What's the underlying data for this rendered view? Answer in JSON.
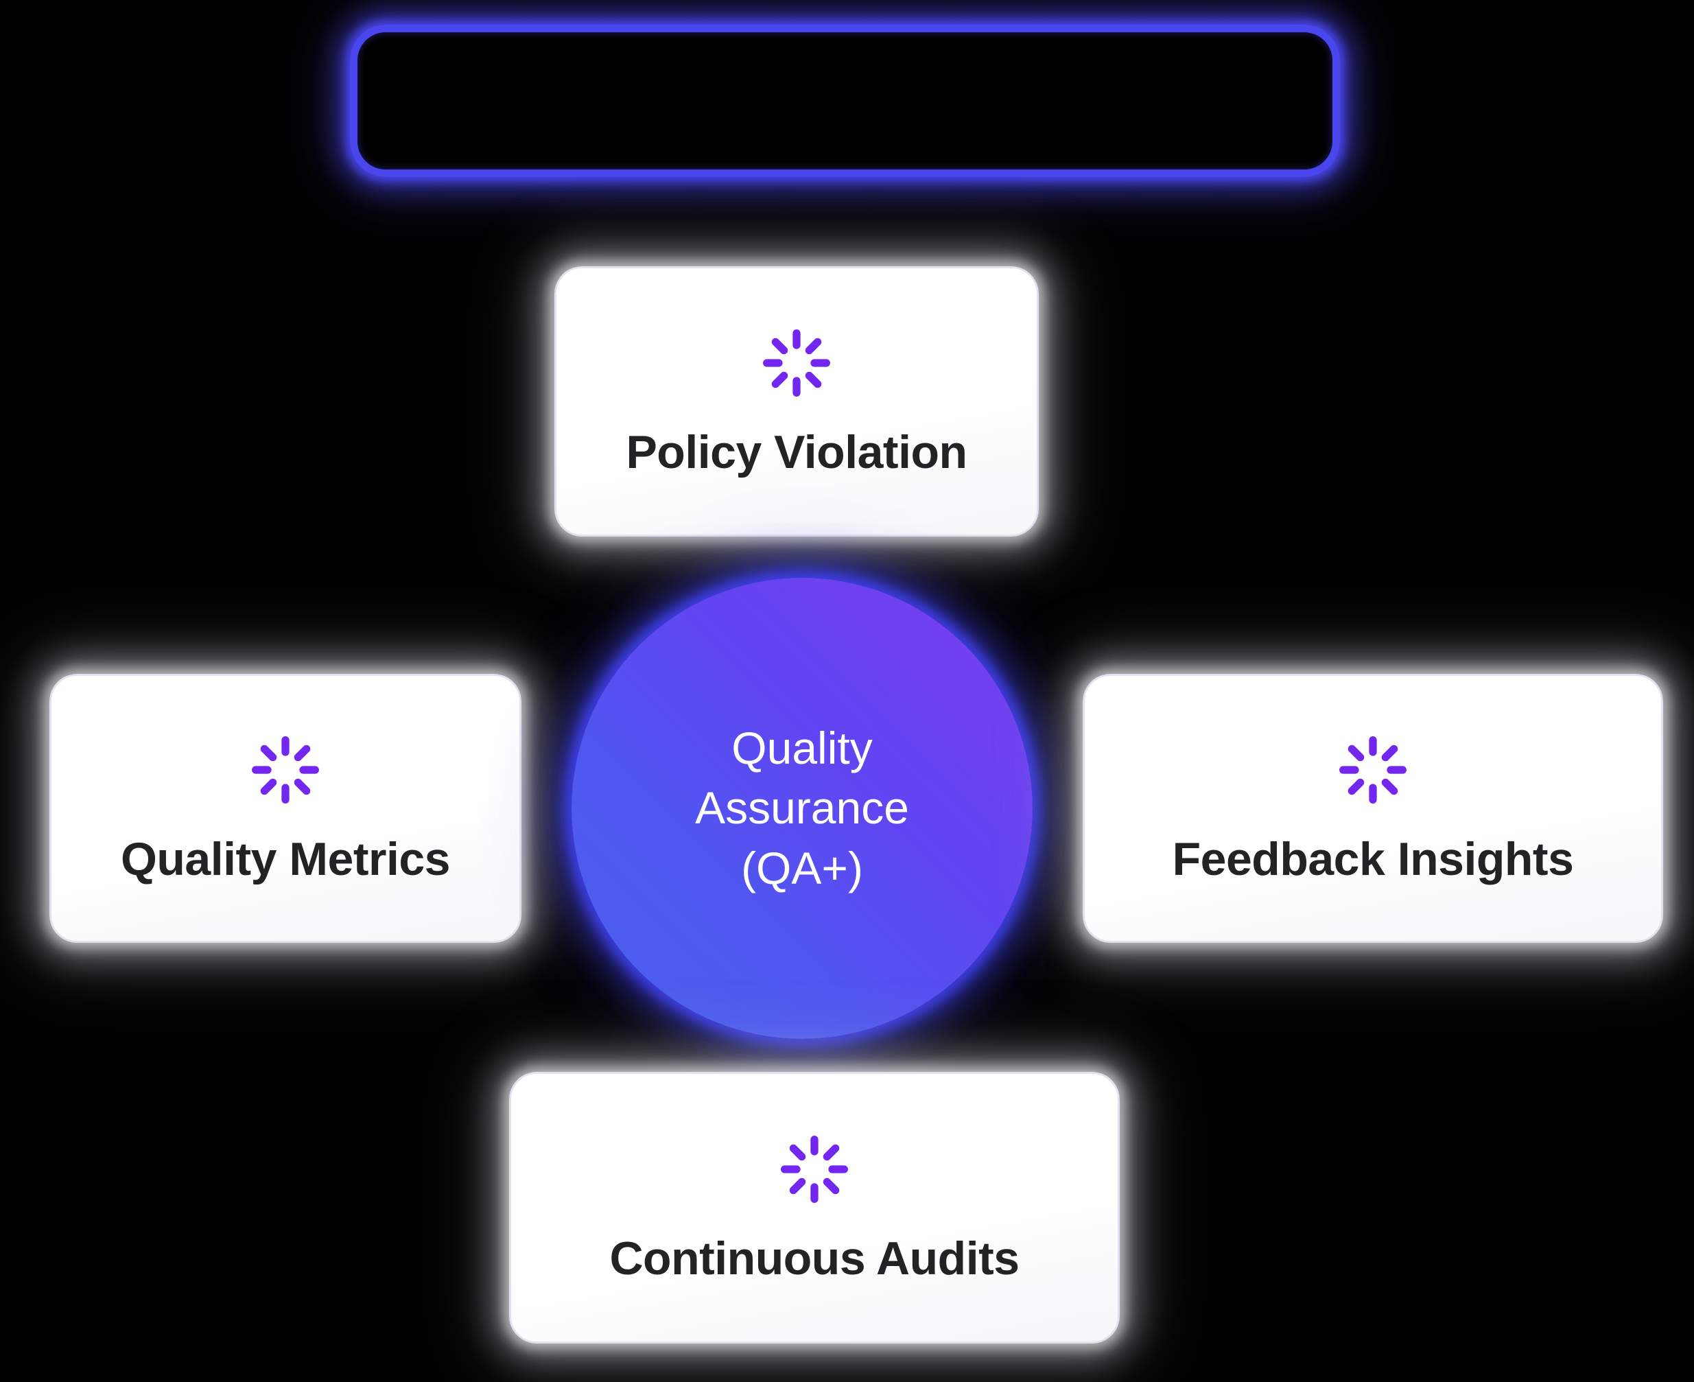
{
  "background_color": "#000000",
  "top_frame": {
    "label": "",
    "state": "selected-empty",
    "border_color": "#4a46ee",
    "glow_color": "#4a46ee"
  },
  "hub": {
    "name": "quality-assurance-hub",
    "lines": [
      "Quality",
      "Assurance",
      "(QA+)"
    ],
    "gradient_from": "#4a63ee",
    "gradient_to": "#7b3ef0",
    "text_color": "#ffffff"
  },
  "icon": {
    "semantic_name": "loader-spinner-icon",
    "color": "#7226ee",
    "spokes": 8
  },
  "nodes": [
    {
      "id": "policy-violation",
      "label": "Policy Violation",
      "position": "top",
      "icon": "loader-spinner-icon",
      "card_color": "#ffffff",
      "label_color": "#232326"
    },
    {
      "id": "quality-metrics",
      "label": "Quality Metrics",
      "position": "left",
      "icon": "loader-spinner-icon",
      "card_color": "#ffffff",
      "label_color": "#232326"
    },
    {
      "id": "feedback-insights",
      "label": "Feedback Insights",
      "position": "right",
      "icon": "loader-spinner-icon",
      "card_color": "#ffffff",
      "label_color": "#232326"
    },
    {
      "id": "continuous-audits",
      "label": "Continuous Audits",
      "position": "bottom",
      "icon": "loader-spinner-icon",
      "card_color": "#ffffff",
      "label_color": "#232326"
    }
  ]
}
